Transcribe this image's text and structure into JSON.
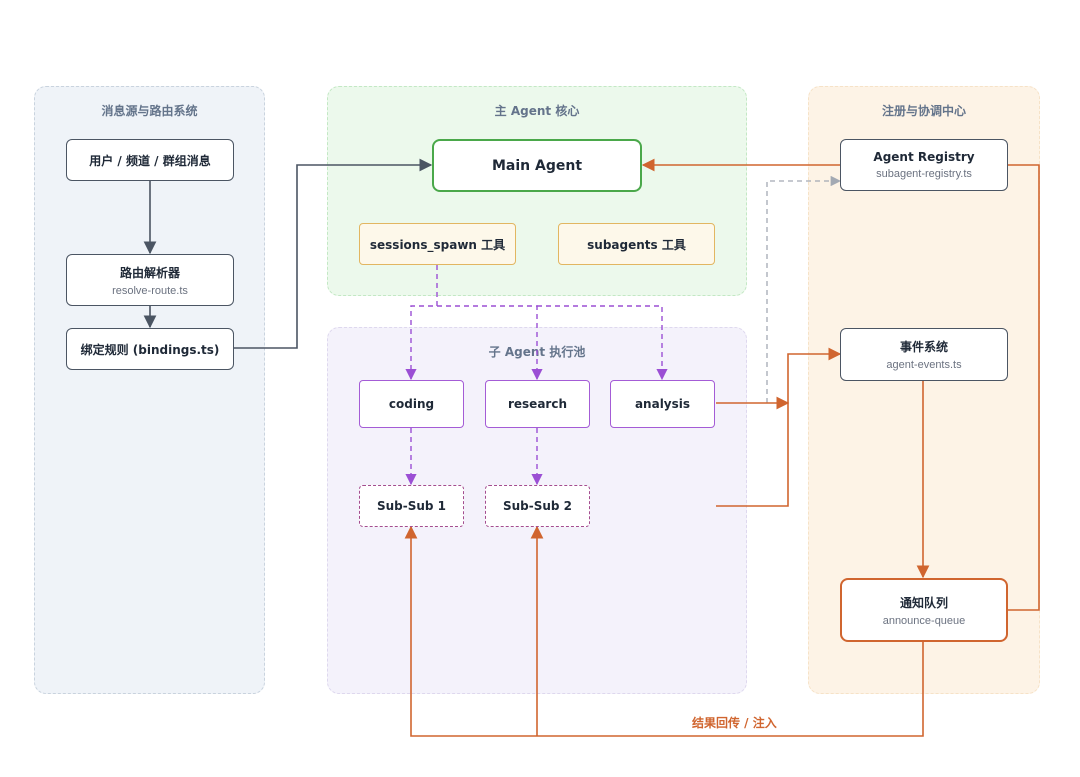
{
  "zones": {
    "routing": "消息源与路由系统",
    "core": "主 Agent 核心",
    "pool": "子 Agent 执行池",
    "registry": "注册与协调中心"
  },
  "nodes": {
    "user_message": {
      "title": "用户 / 频道 / 群组消息"
    },
    "route_resolver": {
      "title": "路由解析器",
      "sub": "resolve-route.ts"
    },
    "binding_rules": {
      "title": "绑定规则 (bindings.ts)"
    },
    "main_agent": {
      "title": "Main Agent"
    },
    "sessions_spawn": {
      "title": "sessions_spawn 工具"
    },
    "subagents_tool": {
      "title": "subagents 工具"
    },
    "coding": {
      "title": "coding"
    },
    "research": {
      "title": "research"
    },
    "analysis": {
      "title": "analysis"
    },
    "sub_sub_1": {
      "title": "Sub-Sub 1"
    },
    "sub_sub_2": {
      "title": "Sub-Sub 2"
    },
    "agent_registry": {
      "title": "Agent Registry",
      "sub": "subagent-registry.ts"
    },
    "event_system": {
      "title": "事件系统",
      "sub": "agent-events.ts"
    },
    "announce_queue": {
      "title": "通知队列",
      "sub": "announce-queue"
    }
  },
  "edges": {
    "result_label": "结果回传 / 注入"
  },
  "colors": {
    "gray": "#4b5563",
    "green": "#4aa84a",
    "purple": "#9b4fd4",
    "orange": "#d0652f",
    "light_gray": "#a3a9b3"
  }
}
